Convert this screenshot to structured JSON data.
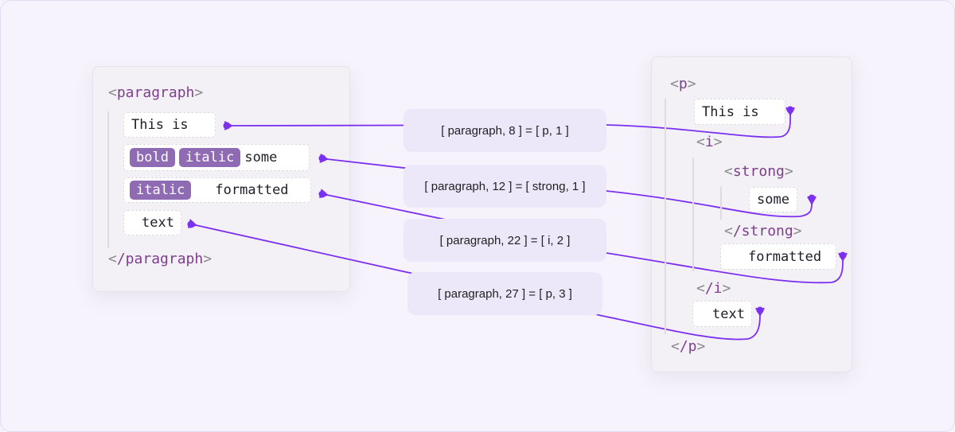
{
  "left": {
    "open_tag": "paragraph",
    "close_tag": "/paragraph",
    "rows": [
      {
        "text": "This is"
      },
      {
        "chips": [
          "bold",
          "italic"
        ],
        "text": "some"
      },
      {
        "chips": [
          "italic"
        ],
        "text": "formatted"
      },
      {
        "text": "text"
      }
    ]
  },
  "right": {
    "p_open": "p",
    "i_open": "i",
    "strong_open": "strong",
    "strong_close": "/strong",
    "i_close": "/i",
    "p_close": "/p",
    "nodes": [
      "This is",
      "some",
      "formatted",
      "text"
    ]
  },
  "mappings": [
    "[ paragraph, 8 ] = [ p, 1 ]",
    "[ paragraph, 12 ] = [ strong, 1 ]",
    "[ paragraph, 22 ] = [ i, 2 ]",
    "[ paragraph, 27 ] = [ p, 3 ]"
  ],
  "colors": {
    "connector": "#7b2ff0",
    "chip": "#8f6bb3",
    "tag": "#7d3f8c"
  }
}
